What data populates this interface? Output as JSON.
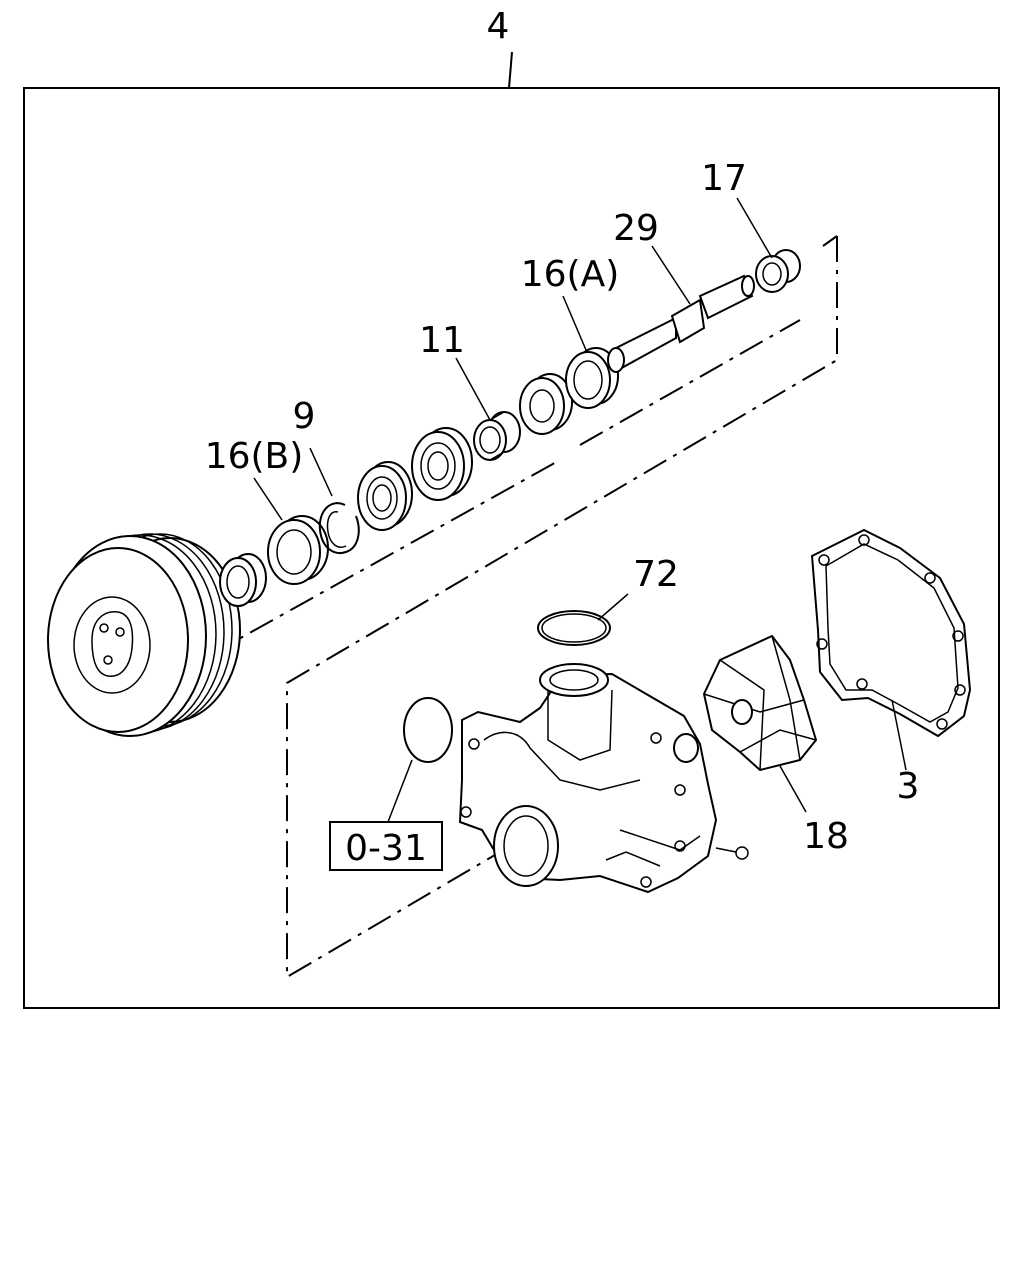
{
  "callouts": {
    "assembly": "4",
    "shaft_bearing": "17",
    "shaft": "29",
    "seal_a": "16(A)",
    "spacer": "11",
    "snap_ring": "9",
    "seal_b": "16(B)",
    "o_ring": "72",
    "gasket": "3",
    "impeller": "18",
    "reference_box": "0-31"
  }
}
